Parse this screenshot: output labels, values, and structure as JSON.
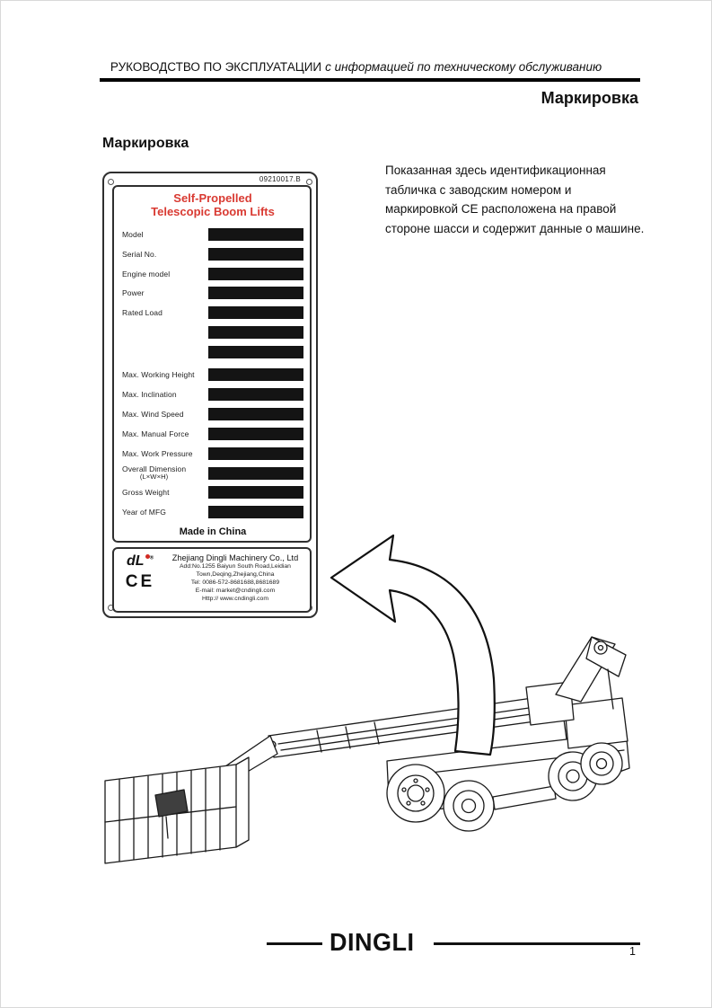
{
  "header": {
    "manual_title": "РУКОВОДСТВО ПО ЭКСПЛУАТАЦИИ",
    "manual_subtitle": "с информацией по техническому обслуживанию",
    "section_title": "Маркировка"
  },
  "main": {
    "heading": "Маркировка",
    "description": "Показанная здесь идентификационная табличка с заводским номером и маркировкой CE расположена на правой стороне шасси и содержит данные о машине."
  },
  "nameplate": {
    "doc_number": "09210017.B",
    "title_line1": "Self-Propelled",
    "title_line2": "Telescopic Boom Lifts",
    "fields": [
      {
        "label": "Model"
      },
      {
        "label": "Serial No."
      },
      {
        "label": "Engine model"
      },
      {
        "label": "Power"
      },
      {
        "label": "Rated Load"
      },
      {
        "label": ""
      },
      {
        "label": ""
      },
      {
        "label": "Max. Working Height"
      },
      {
        "label": "Max. Inclination"
      },
      {
        "label": "Max. Wind Speed"
      },
      {
        "label": "Max. Manual Force"
      },
      {
        "label": "Max. Work Pressure"
      },
      {
        "label": "Overall Dimension",
        "label2": "(L×W×H)"
      },
      {
        "label": "Gross Weight"
      },
      {
        "label": "Year of MFG"
      }
    ],
    "made_in": "Made in China",
    "company": {
      "name": "Zhejiang Dingli Machinery Co., Ltd",
      "address_line1": "Add:No.1255 Baiyun South Road,Leidian",
      "address_line2": "Town,Deqing,Zhejiang,China",
      "tel": "Tel: 0086-572-8681688,8681689",
      "email": "E-mail: market@cndingli.com",
      "website": "Http:// www.cndingli.com",
      "logo_text": "dL",
      "registered_mark": "®",
      "ce_mark": "CE"
    },
    "colors": {
      "title_red": "#d93a32",
      "value_box_black": "#141414"
    }
  },
  "footer": {
    "logo": "DINGLI",
    "page_number": "1"
  }
}
